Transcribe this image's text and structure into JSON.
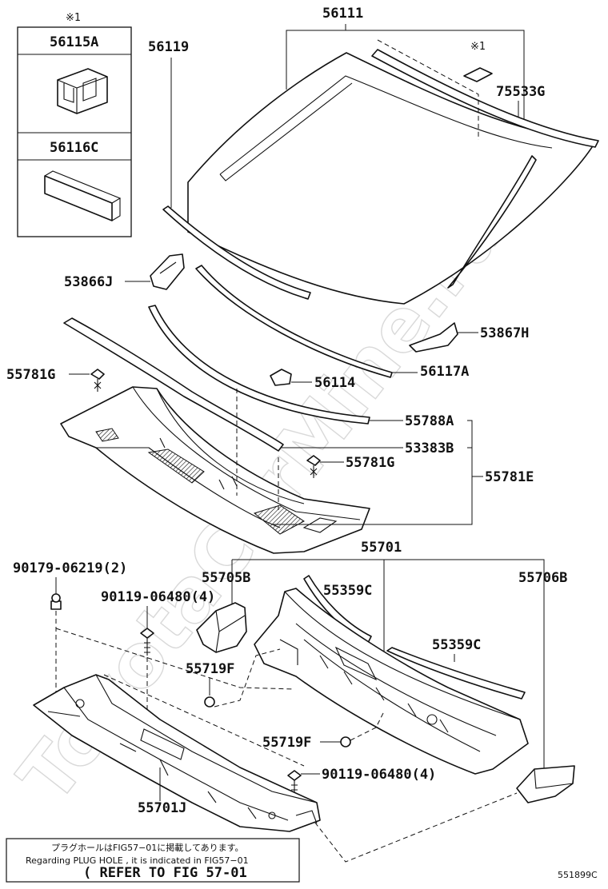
{
  "watermark": "ToyotaCarMine.ru",
  "diagram_code": "551899C",
  "legend_box": {
    "mark": "※1",
    "items": [
      "56115A",
      "56116C"
    ]
  },
  "labels": {
    "p56111": "56111",
    "p56119": "56119",
    "p75533G": "75533G",
    "mark_top": "※1",
    "p53866J": "53866J",
    "p53867H": "53867H",
    "p56114": "56114",
    "p56117A": "56117A",
    "p55781G_left": "55781G",
    "p55788A": "55788A",
    "p53383B": "53383B",
    "p55781G_mid": "55781G",
    "p55781E": "55781E",
    "p55701": "55701",
    "p90179": "90179-06219(2)",
    "p55705B": "55705B",
    "p55706B": "55706B",
    "p90119_top": "90119-06480(4)",
    "p55359C_a": "55359C",
    "p55359C_b": "55359C",
    "p55719F_a": "55719F",
    "p55719F_b": "55719F",
    "p90119_bot": "90119-06480(4)",
    "p55701J": "55701J"
  },
  "note": {
    "line_jp": "プラグホールはFIG57−01に掲載してあります。",
    "line_en": "Regarding PLUG HOLE , it is indicated in FIG57−01",
    "line_ref": "( REFER TO FIG 57-01"
  }
}
